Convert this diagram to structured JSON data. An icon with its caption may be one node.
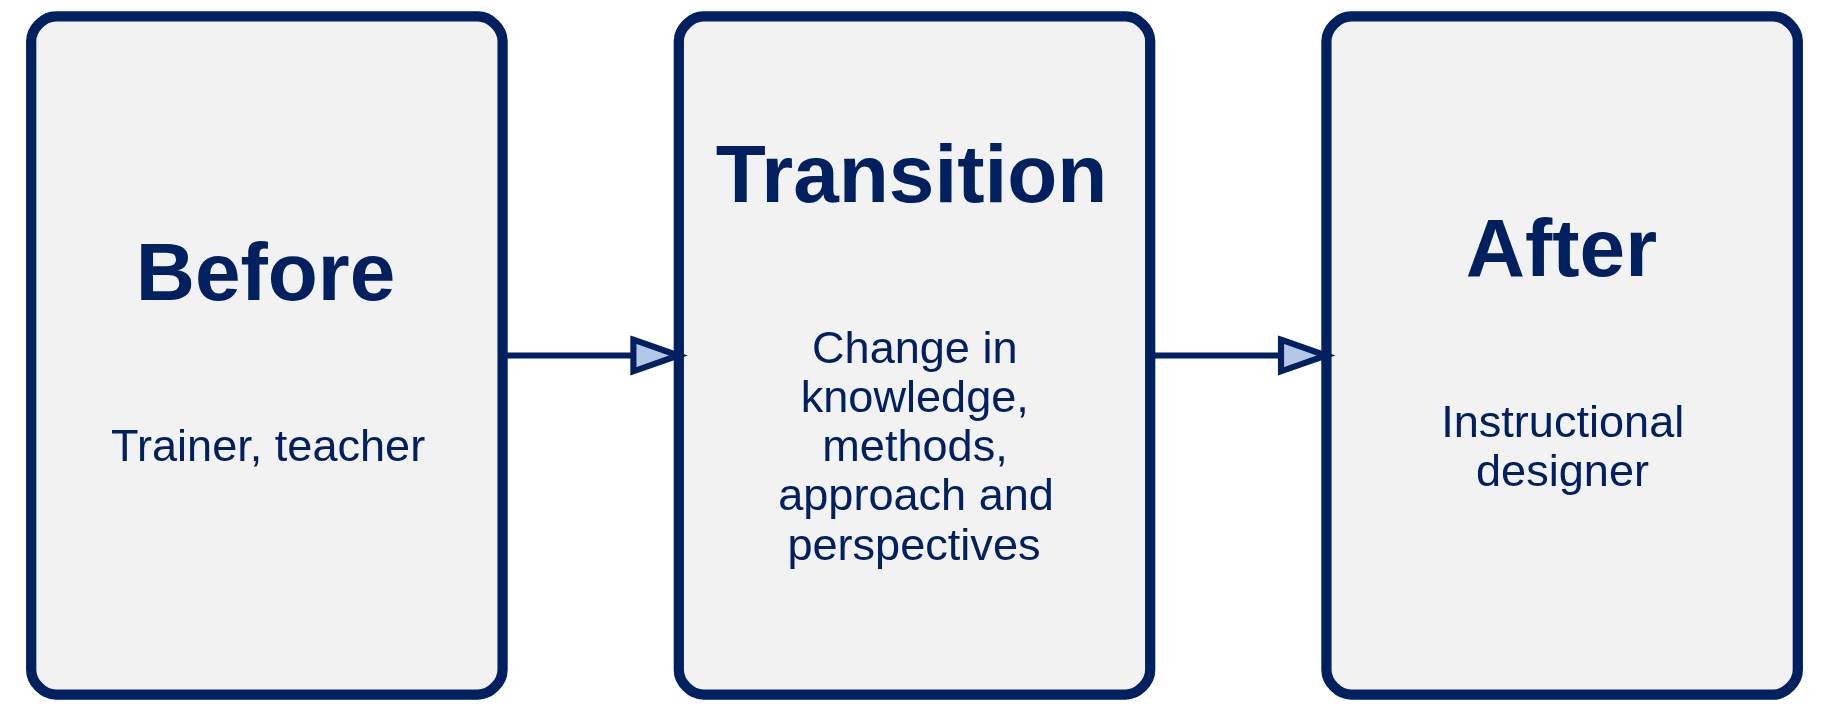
{
  "diagram": {
    "nodes": [
      {
        "text": [
          "Before",
          "Trainer, teacher"
        ]
      },
      {
        "text": [
          "Transition",
          "Change in knowledge, methods, approach and perspectives"
        ]
      },
      {
        "text": [
          "After",
          "Instructional designer"
        ]
      }
    ],
    "edges": [
      {
        "from": 0,
        "to": 1,
        "arrow": "to"
      },
      {
        "from": 1,
        "to": 2,
        "arrow": "to"
      }
    ]
  }
}
